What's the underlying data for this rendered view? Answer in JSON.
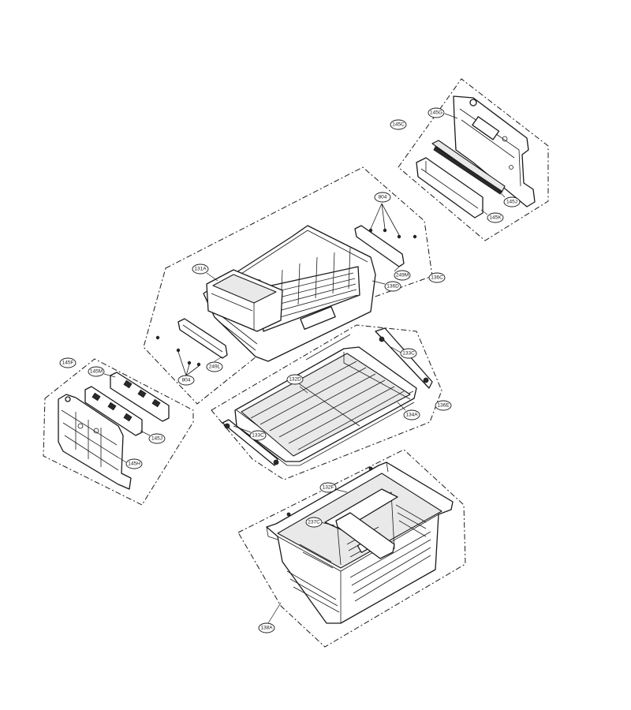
{
  "callouts": {
    "c145C": "145C",
    "c145G": "145G",
    "c145J_top": "145J",
    "c145K": "145K",
    "c804_top": "804",
    "c249M": "249M",
    "c136D": "136D",
    "c136C": "136C",
    "c131A": "131A",
    "c249L": "249L",
    "c804_bottom": "804",
    "c133C_right": "133C",
    "c132D": "132D",
    "c136E": "136E",
    "c134A": "134A",
    "c133C_left": "133C",
    "c145F": "145F",
    "c145M": "145M",
    "c145J_left": "145J",
    "c145H": "145H",
    "c132F": "132F",
    "c237C": "237C",
    "c138A": "138A"
  }
}
